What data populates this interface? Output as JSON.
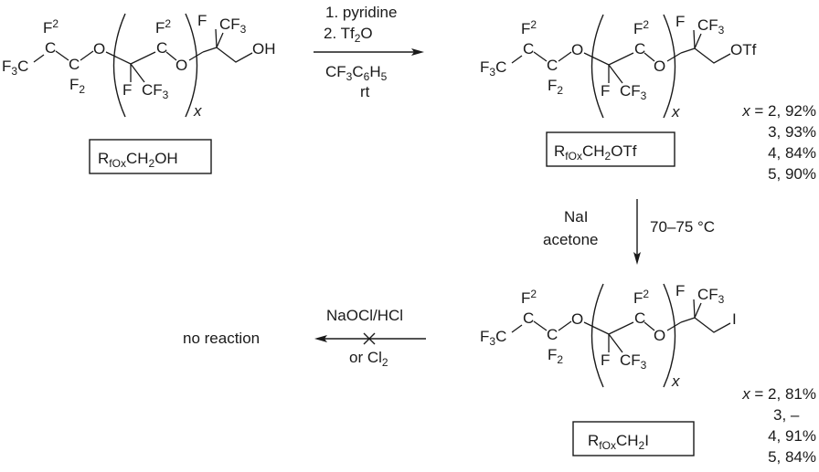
{
  "scheme": {
    "compounds": [
      {
        "id": "alcohol",
        "label_main": "R",
        "label_sub": "fOx",
        "label_rest_a": "CH",
        "label_rest_sub": "2",
        "label_rest_b": "OH",
        "terminal_group": "OH"
      },
      {
        "id": "triflate",
        "label_main": "R",
        "label_sub": "fOx",
        "label_rest_a": "CH",
        "label_rest_sub": "2",
        "label_rest_b": "OTf",
        "terminal_group": "OTf",
        "yields": [
          {
            "x": "x = 2, ",
            "value": "92%"
          },
          {
            "x": "3, ",
            "value": "93%"
          },
          {
            "x": "4, ",
            "value": "84%"
          },
          {
            "x": "5, ",
            "value": "90%"
          }
        ]
      },
      {
        "id": "iodide",
        "label_main": "R",
        "label_sub": "fOx",
        "label_rest_a": "CH",
        "label_rest_sub": "2",
        "label_rest_b": "I",
        "terminal_group": "I",
        "yields": [
          {
            "x": "x = 2, ",
            "value": "81%"
          },
          {
            "x": "3, ",
            "value": "–"
          },
          {
            "x": "4, ",
            "value": "91%"
          },
          {
            "x": "5, ",
            "value": "84%"
          }
        ]
      }
    ],
    "atoms": {
      "F3C_F": "F",
      "F3C_3": "3",
      "F3C_C": "C",
      "C": "C",
      "F": "F",
      "F2_F": "F",
      "F2_2": "2",
      "O": "O",
      "CF3_CF": "CF",
      "CF3_3": "3",
      "repeat_x": "x"
    },
    "step1": {
      "above_1": "1. pyridine",
      "above_2a": "2. Tf",
      "above_2sub": "2",
      "above_2b": "O",
      "below_1a": "CF",
      "below_1s1": "3",
      "below_1b": "C",
      "below_1s2": "6",
      "below_1c": "H",
      "below_1s3": "5",
      "below_2": "rt"
    },
    "step2": {
      "left_1": "NaI",
      "left_2": "acetone",
      "right": "70–75 °C"
    },
    "step3": {
      "above": "NaOCl/HCl",
      "below_a": "or Cl",
      "below_sub": "2",
      "product": "no reaction"
    }
  }
}
